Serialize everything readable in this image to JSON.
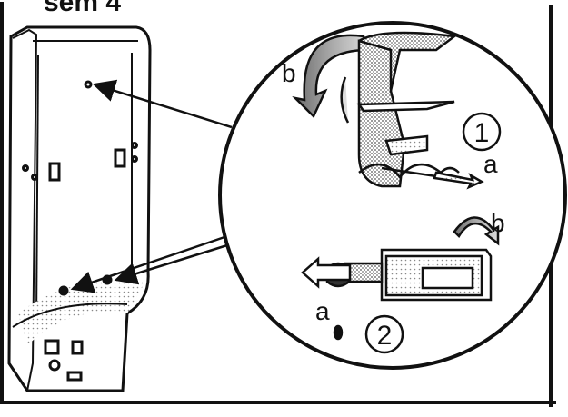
{
  "header": {
    "fragment": "sem 4"
  },
  "callouts": {
    "step1": {
      "number": "1",
      "label_a": "a",
      "label_b": "b"
    },
    "step2": {
      "number": "2",
      "label_a": "a",
      "label_b": "b"
    }
  },
  "colors": {
    "line": "#111111",
    "shade_dark": "#8a8a8a",
    "shade_mid": "#b8b8b8",
    "shade_light": "#e2e2e2",
    "background": "#ffffff"
  }
}
